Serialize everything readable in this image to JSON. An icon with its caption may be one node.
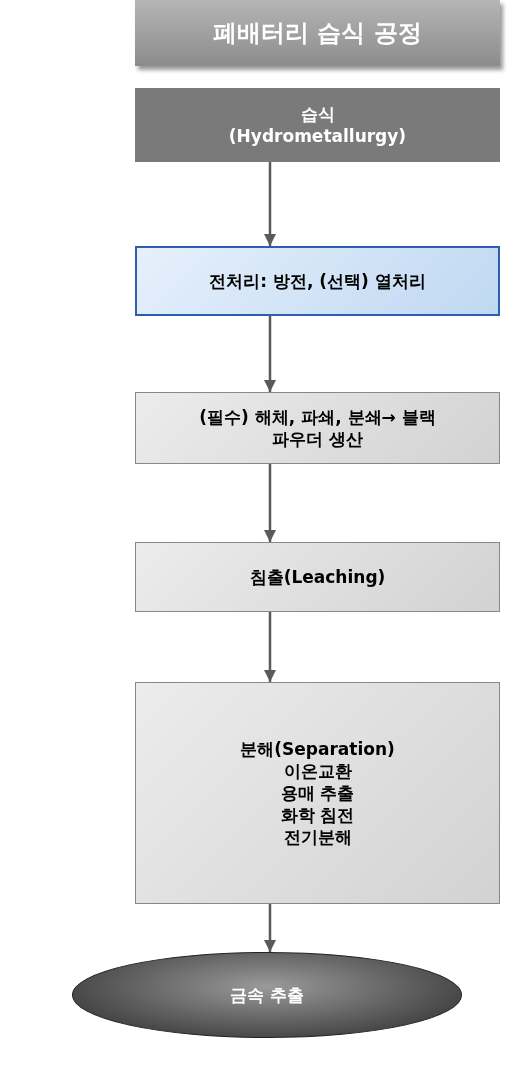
{
  "diagram": {
    "title": "폐배터리 습식 공정",
    "nodes": [
      {
        "text": [
          "습식 (Hydrometallurgy)"
        ]
      },
      {
        "text": [
          "전처리: 방전, (선택) 열처리"
        ]
      },
      {
        "text": [
          "(필수) 해체, 파쇄, 분쇄→ 블랙파우더 생산"
        ]
      },
      {
        "text": [
          "침출(Leaching)"
        ]
      },
      {
        "text": [
          "분해(Separation)",
          "이온교환",
          "용매 추출",
          "화학 침전",
          "전기분해"
        ]
      },
      {
        "text": [
          "금속 추출"
        ]
      }
    ],
    "edges": [
      {
        "from": 0,
        "to": 1,
        "arrow": "to"
      },
      {
        "from": 1,
        "to": 2,
        "arrow": "to"
      },
      {
        "from": 2,
        "to": 3,
        "arrow": "to"
      },
      {
        "from": 3,
        "to": 4,
        "arrow": "to"
      },
      {
        "from": 4,
        "to": 5,
        "arrow": "to"
      }
    ]
  }
}
